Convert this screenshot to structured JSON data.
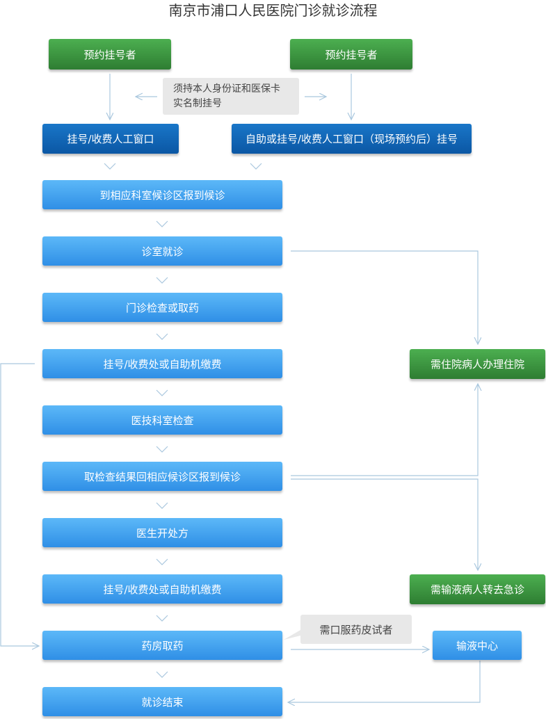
{
  "title": "南京市浦口人民医院门诊就诊流程",
  "top": {
    "left_appointment": "预约挂号者",
    "right_appointment": "预约挂号者",
    "id_note_line1": "须持本人身份证和医保卡",
    "id_note_line2": "实名制挂号",
    "window_left": "挂号/收费人工窗口",
    "window_right": "自助或挂号/收费人工窗口（现场预约后）挂号"
  },
  "steps": [
    "到相应科室候诊区报到候诊",
    "诊室就诊",
    "门诊检查或取药",
    "挂号/收费处或自助机缴费",
    "医技科室检查",
    "取检查结果回相应候诊区报到候诊",
    "医生开处方",
    "挂号/收费处或自助机缴费",
    "药房取药",
    "就诊结束"
  ],
  "side": {
    "inpatient": "需住院病人办理住院",
    "infusion_emergency": "需输液病人转去急诊",
    "skin_test_note": "需口服药皮试者",
    "infusion_center": "输液中心"
  },
  "colors": {
    "green": "#3a8f3e",
    "dark_blue": "#0f61ad",
    "light_blue": "#3d9cec",
    "note_gray": "#e8e8e8",
    "connector": "#a9c7de"
  }
}
